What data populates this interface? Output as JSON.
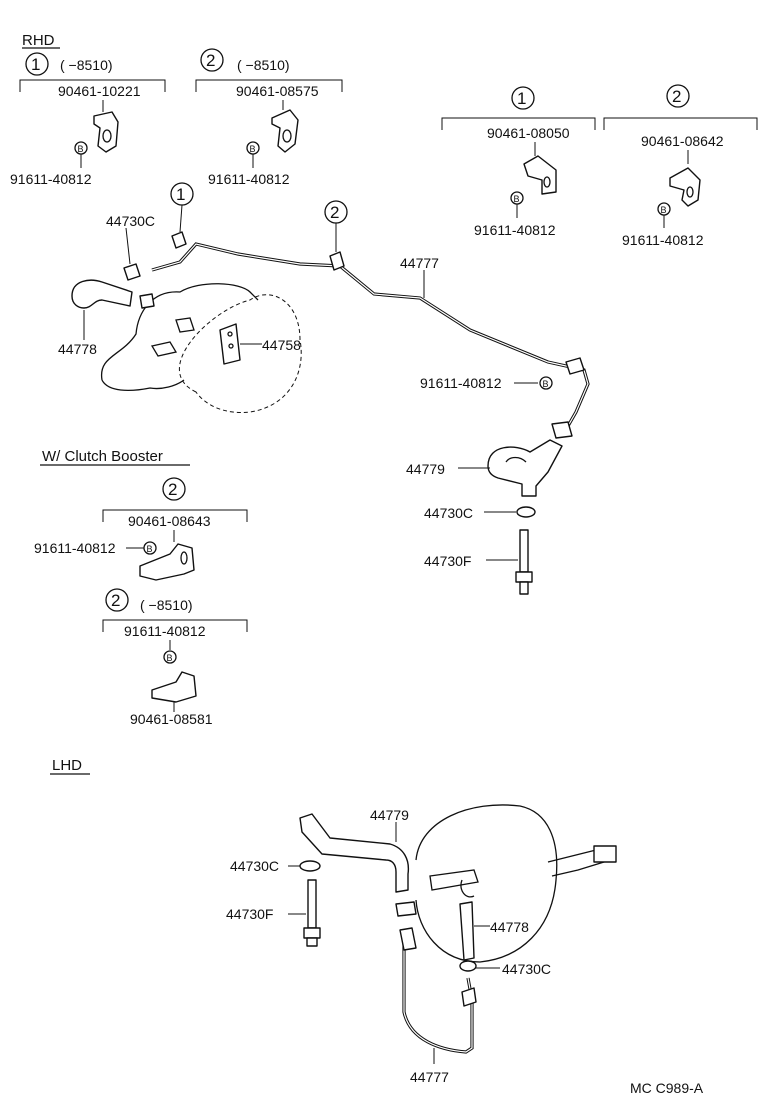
{
  "sections": {
    "rhd": "RHD",
    "clutch_booster": "W/ Clutch Booster",
    "lhd": "LHD"
  },
  "callouts": {
    "c1": "1",
    "c2": "2",
    "range_8510": "(          −8510)"
  },
  "parts": {
    "p90461_10221": "90461-10221",
    "p90461_08575": "90461-08575",
    "p90461_08050": "90461-08050",
    "p90461_08642": "90461-08642",
    "p90461_08643": "90461-08643",
    "p90461_08581": "90461-08581",
    "p91611_40812": "91611-40812",
    "p44730C": "44730C",
    "p44730F": "44730F",
    "p44777": "44777",
    "p44778": "44778",
    "p44779": "44779",
    "p44758": "44758"
  },
  "bolt_marker": "B",
  "diagram_code": "MC  C989-A"
}
